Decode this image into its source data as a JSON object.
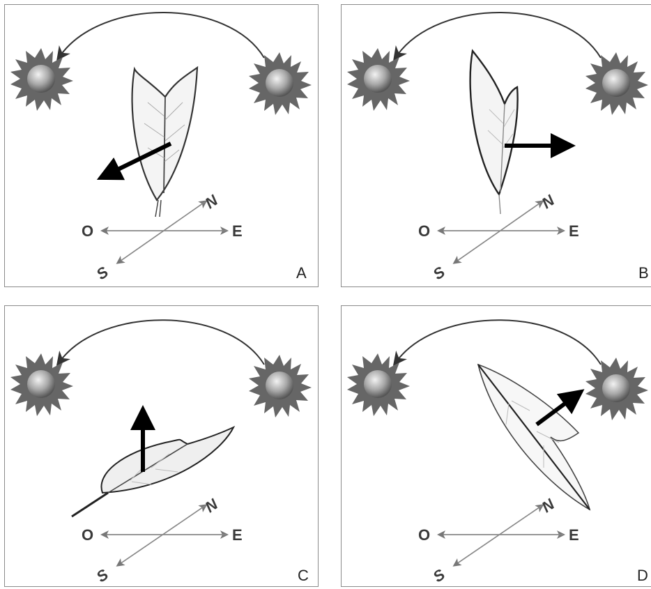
{
  "compass": {
    "west": "O",
    "east": "E",
    "north": "N",
    "south": "S"
  },
  "panels": [
    {
      "id": "A",
      "letter": "A",
      "leaf": "upright-face-south",
      "arrow_direction": "south-west"
    },
    {
      "id": "B",
      "letter": "B",
      "leaf": "upright-face-east",
      "arrow_direction": "east"
    },
    {
      "id": "C",
      "letter": "C",
      "leaf": "horizontal",
      "arrow_direction": "up"
    },
    {
      "id": "D",
      "letter": "D",
      "leaf": "tilted-toward-east",
      "arrow_direction": "north-east"
    }
  ],
  "colors": {
    "border": "#8a8a8a",
    "compass": "#888888",
    "arrow": "#000000",
    "sun": "#9a9a9a"
  }
}
